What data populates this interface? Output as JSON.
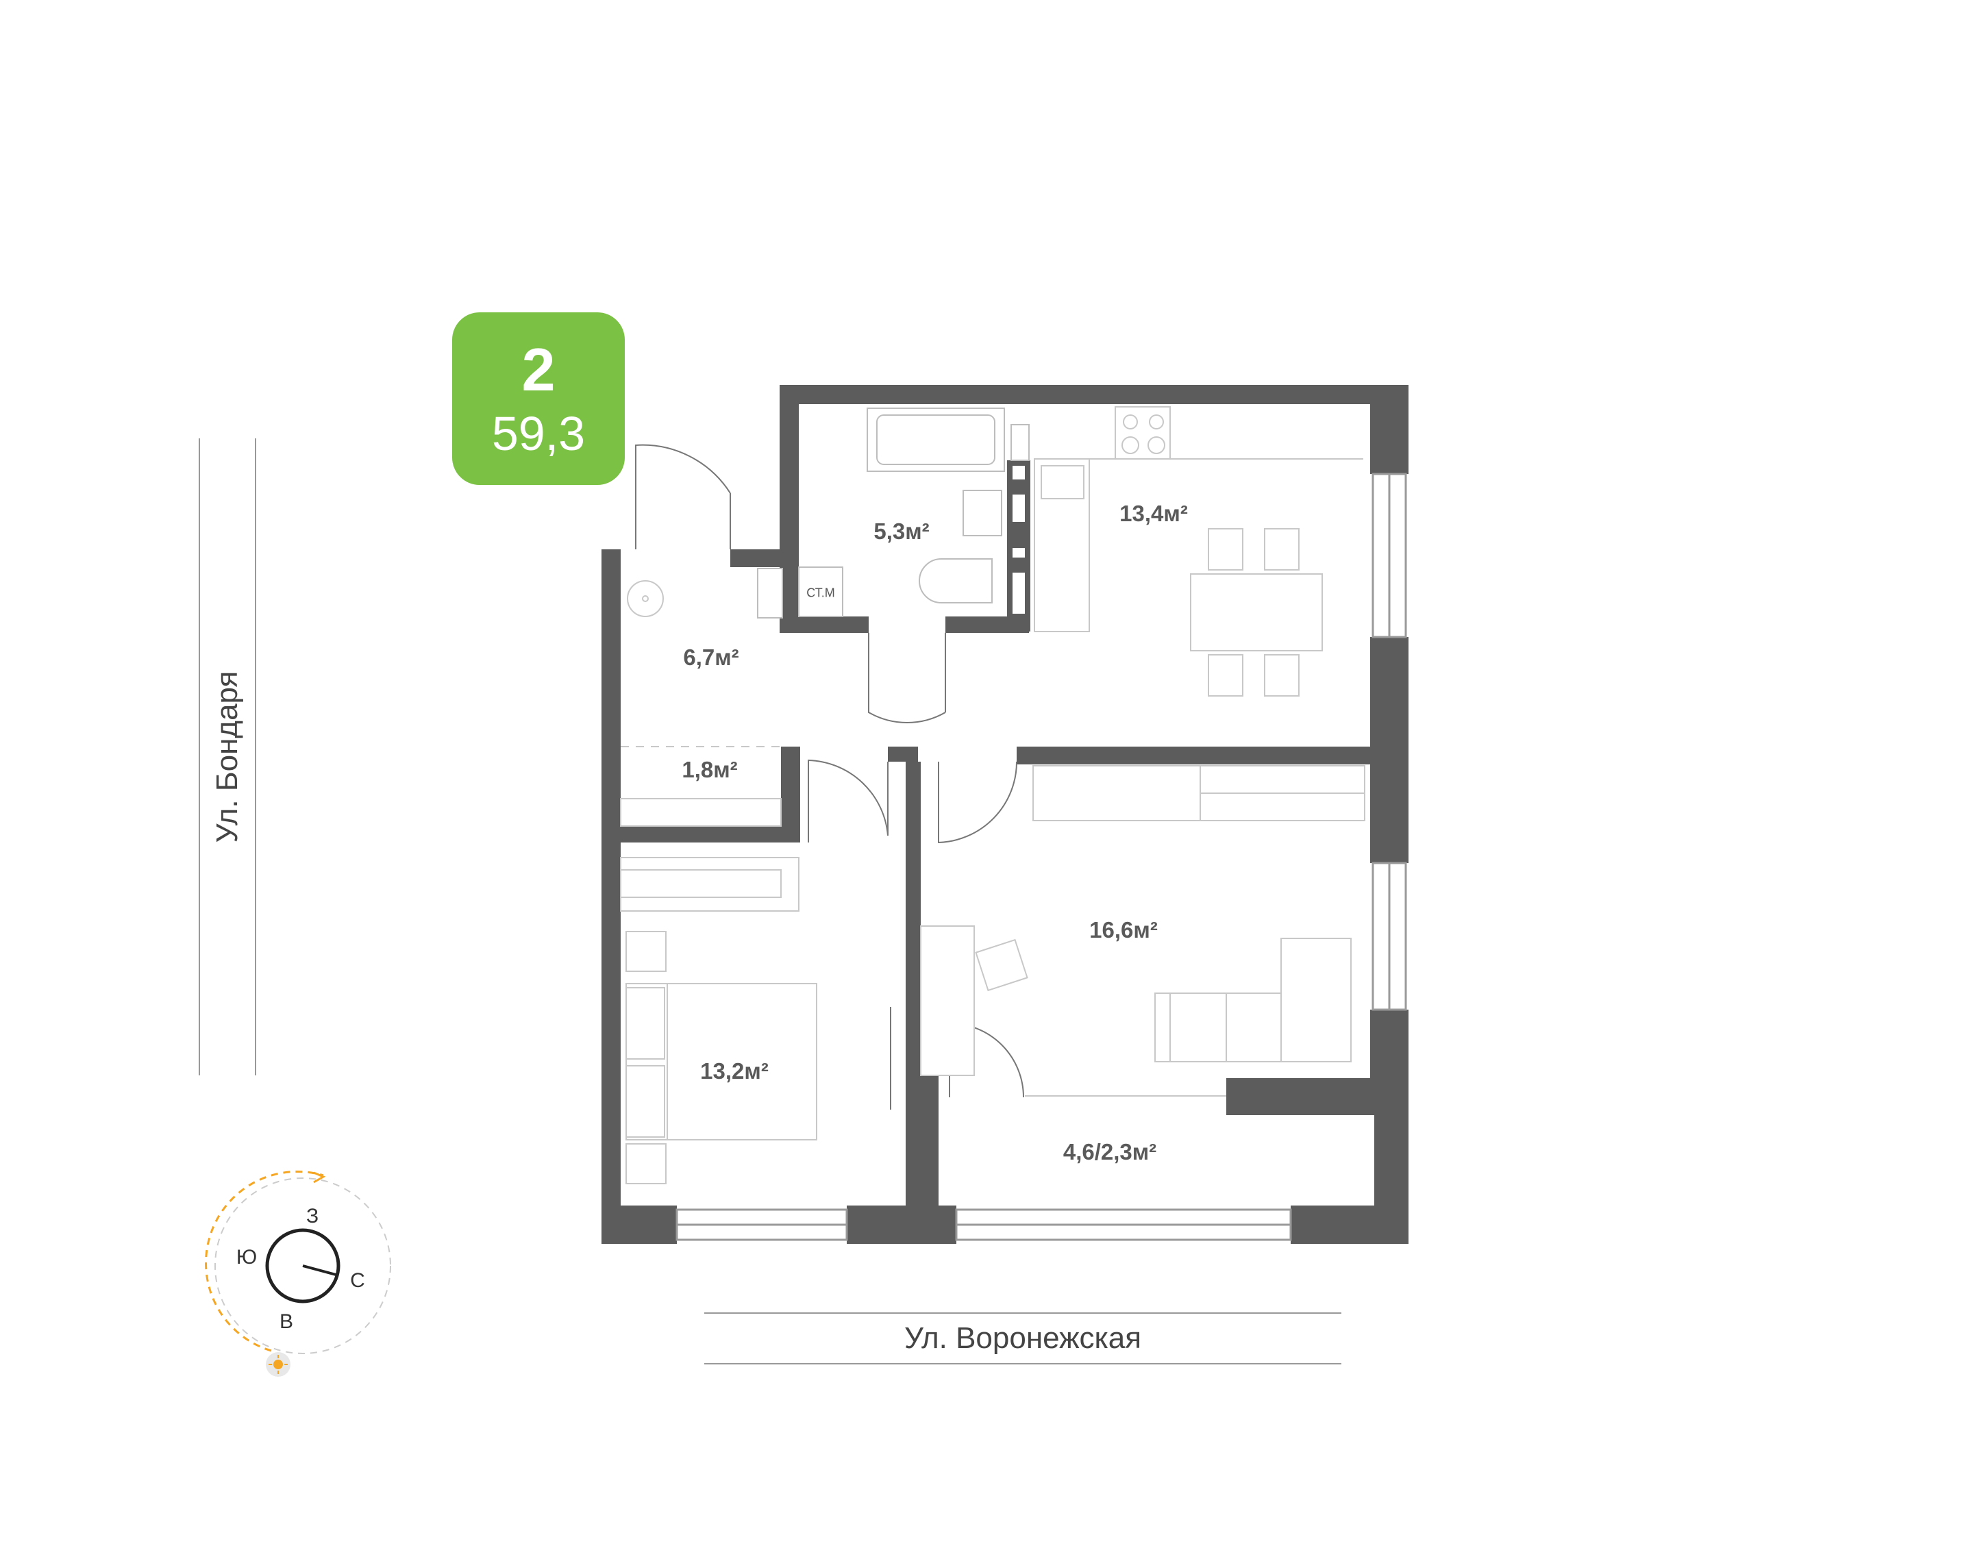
{
  "badge": {
    "rooms": "2",
    "area": "59,3",
    "color": "#7bc143"
  },
  "rooms": {
    "bathroom": "5,3м²",
    "kitchen": "13,4м²",
    "hall": "6,7м²",
    "storage": "1,8м²",
    "living": "16,6м²",
    "bedroom": "13,2м²",
    "loggia": "4,6/2,3м²"
  },
  "fixtures": {
    "washer_label": "СТ.М"
  },
  "streets": {
    "left": "Ул. Бондаря",
    "bottom": "Ул. Воронежская"
  },
  "compass": {
    "west": "З",
    "south": "Ю",
    "north": "С",
    "east": "В",
    "sun_icon": "sun-icon"
  },
  "colors": {
    "wall": "#5c5c5c",
    "furniture": "#c8c8c8",
    "sun_path": "#f5a623",
    "accent": "#7bc143"
  }
}
